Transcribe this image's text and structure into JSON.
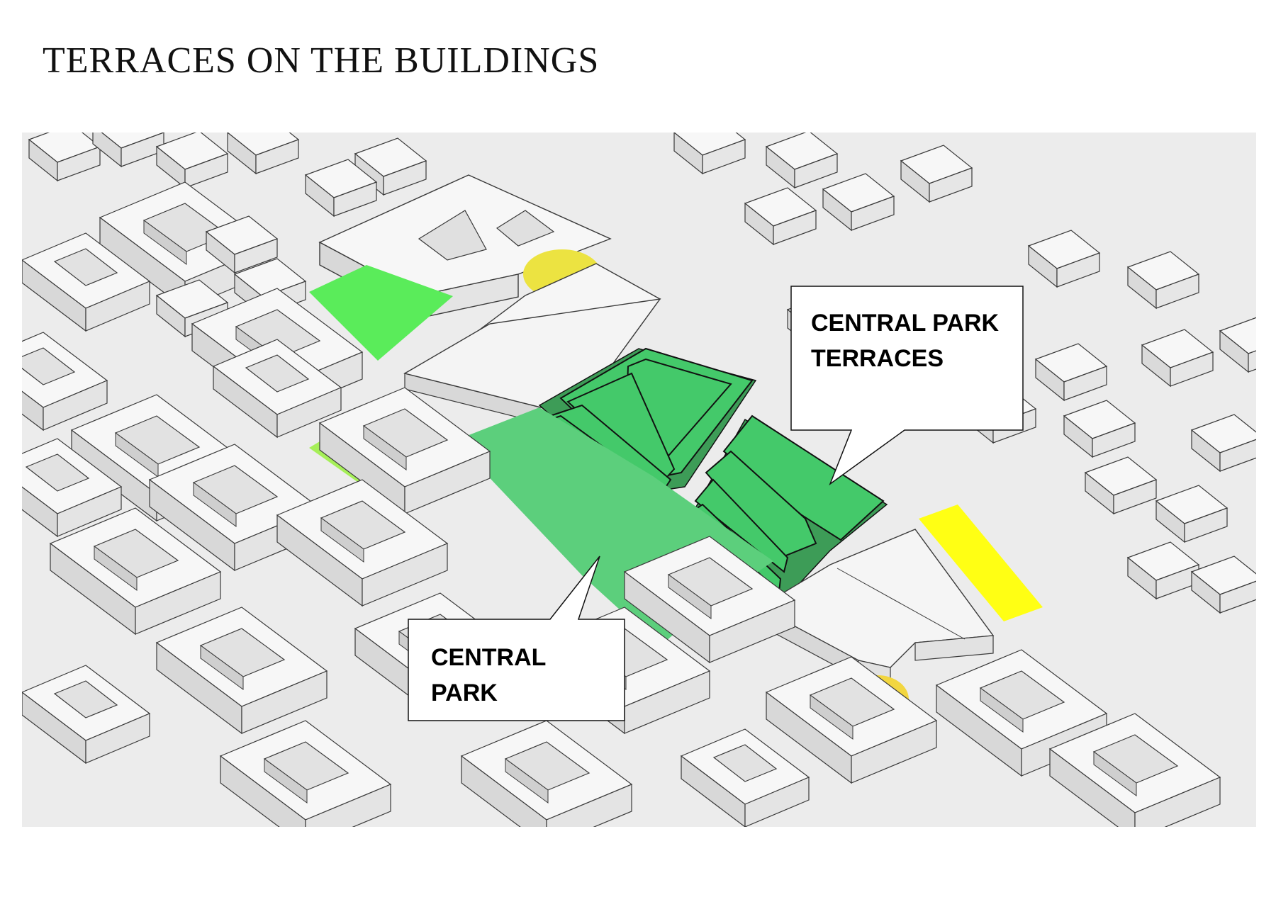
{
  "page": {
    "title": "TERRACES ON THE BUILDINGS"
  },
  "diagram": {
    "callouts": {
      "terraces": {
        "line1": "CENTRAL PARK",
        "line2": "TERRACES"
      },
      "park": {
        "line1": "CENTRAL",
        "line2": "PARK"
      }
    },
    "colors": {
      "ground": "#ececec",
      "building_top": "#f7f7f7",
      "building_side": "#d9d9d9",
      "building_edge": "#3a3a3a",
      "terrace_green": "#44c96a",
      "park_green": "#5ccf7c",
      "lawn_bright_green": "#5aec5a",
      "lawn_light_green": "#a6ef58",
      "plaza_yellow": "#ffff14",
      "circle_yellow": "#ece341",
      "circle_yellow_2": "#f2d640"
    }
  }
}
